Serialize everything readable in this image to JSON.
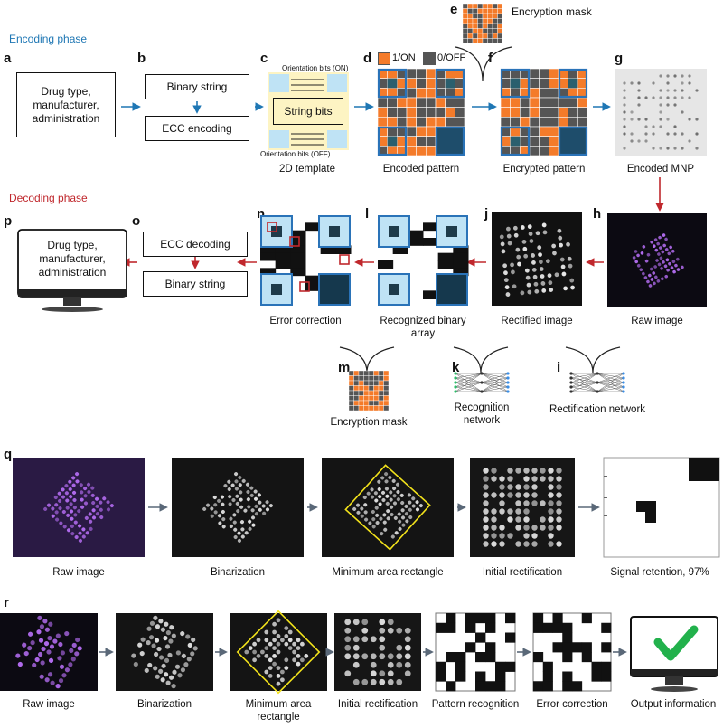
{
  "phases": {
    "encoding": "Encoding phase",
    "decoding": "Decoding phase"
  },
  "colors": {
    "encoding_phase": "#1f77b4",
    "decoding_phase": "#c0282d",
    "on_cell": "#f47b2a",
    "off_cell": "#555555",
    "marker": "#bfe3f5",
    "marker_border": "#2a73b8",
    "error_box": "#c0282d",
    "check": "#22b14c",
    "purple": "#b36cf0"
  },
  "panels": {
    "a": {
      "letter": "a",
      "text": "Drug type, manufacturer, administration"
    },
    "b": {
      "letter": "b",
      "box1": "Binary string",
      "box2": "ECC encoding"
    },
    "c": {
      "letter": "c",
      "on_bits": "Orientation bits (ON)",
      "string_bits": "String bits",
      "off_bits": "Orientation bits (OFF)",
      "caption": "2D template"
    },
    "d": {
      "letter": "d",
      "legend_on": "1/ON",
      "legend_off": "0/OFF",
      "caption": "Encoded pattern"
    },
    "e": {
      "letter": "e",
      "caption": "Encryption mask"
    },
    "f": {
      "letter": "f",
      "caption": "Encrypted pattern"
    },
    "g": {
      "letter": "g",
      "caption": "Encoded MNP"
    },
    "h": {
      "letter": "h",
      "caption": "Raw image"
    },
    "i": {
      "letter": "i",
      "caption": "Rectification network"
    },
    "j": {
      "letter": "j",
      "caption": "Rectified image"
    },
    "k": {
      "letter": "k",
      "caption": "Recognition network"
    },
    "l": {
      "letter": "l",
      "caption": "Recognized binary array"
    },
    "m": {
      "letter": "m",
      "caption": "Encryption mask"
    },
    "n": {
      "letter": "n",
      "caption": "Error correction"
    },
    "o": {
      "letter": "o",
      "box1": "ECC decoding",
      "box2": "Binary string"
    },
    "p": {
      "letter": "p",
      "text": "Drug type, manufacturer, administration"
    },
    "q": {
      "letter": "q",
      "captions": [
        "Raw image",
        "Binarization",
        "Minimum area rectangle",
        "Initial rectification",
        "Signal retention, 97%"
      ]
    },
    "r": {
      "letter": "r",
      "captions": [
        "Raw image",
        "Binarization",
        "Minimum area rectangle",
        "Initial rectification",
        "Pattern recognition",
        "Error correction",
        "Output information"
      ]
    }
  }
}
